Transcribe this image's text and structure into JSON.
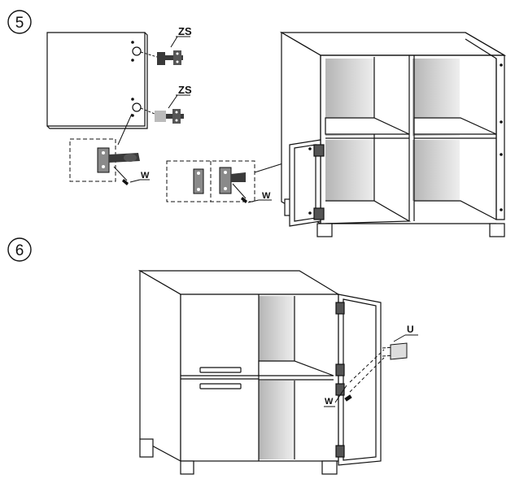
{
  "steps": [
    {
      "number": "5"
    },
    {
      "number": "6"
    }
  ],
  "labels": {
    "zs_top": "ZS",
    "zs_bottom": "ZS",
    "w_hinge_left": "W",
    "w_hinge_right": "W",
    "u_handle": "U",
    "w_door_screw": "W"
  },
  "colors": {
    "line": "#111111",
    "inner_shading": "#c9c9c9",
    "hinge_dark": "#3a3a3a",
    "hinge_light": "#8a8a8a"
  }
}
